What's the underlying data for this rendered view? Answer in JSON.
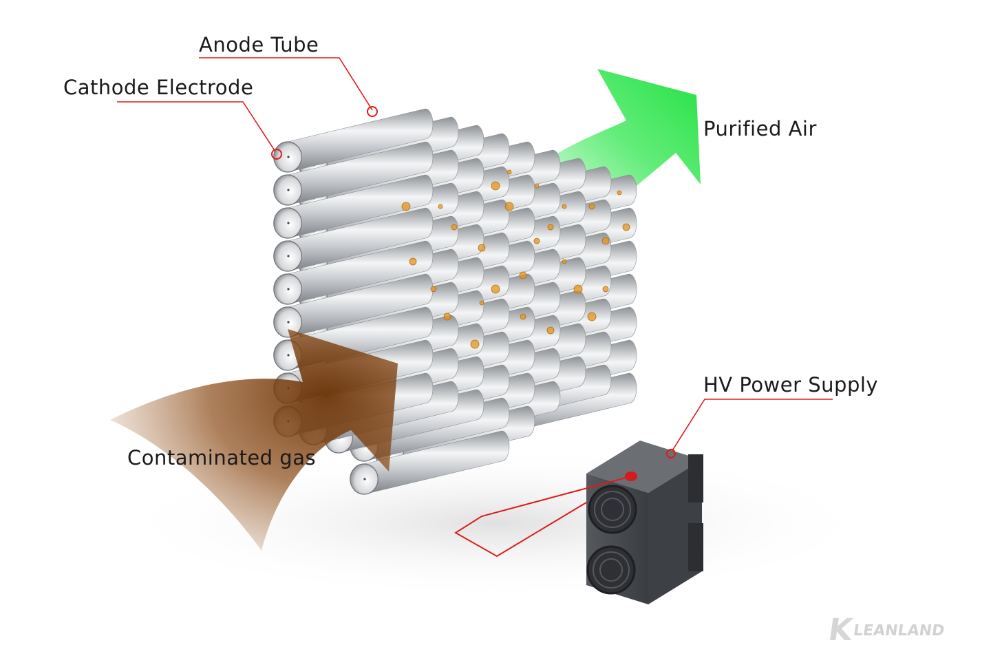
{
  "labels": {
    "anode_tube": "Anode Tube",
    "cathode_electrode": "Cathode Electrode",
    "purified_air": "Purified Air",
    "hv_power_supply": "HV Power Supply",
    "contaminated_gas": "Contaminated gas"
  },
  "logo": {
    "letter": "K",
    "text": "LEANLAND"
  },
  "colors": {
    "leader_line": "#e01a1a",
    "purified_arrow": "#2ee64a",
    "contaminated_arrow": "#7a3e10",
    "tube_metal": "#b9bcc0",
    "particles": "#d98a1a",
    "power_supply": "#4a4d52"
  }
}
